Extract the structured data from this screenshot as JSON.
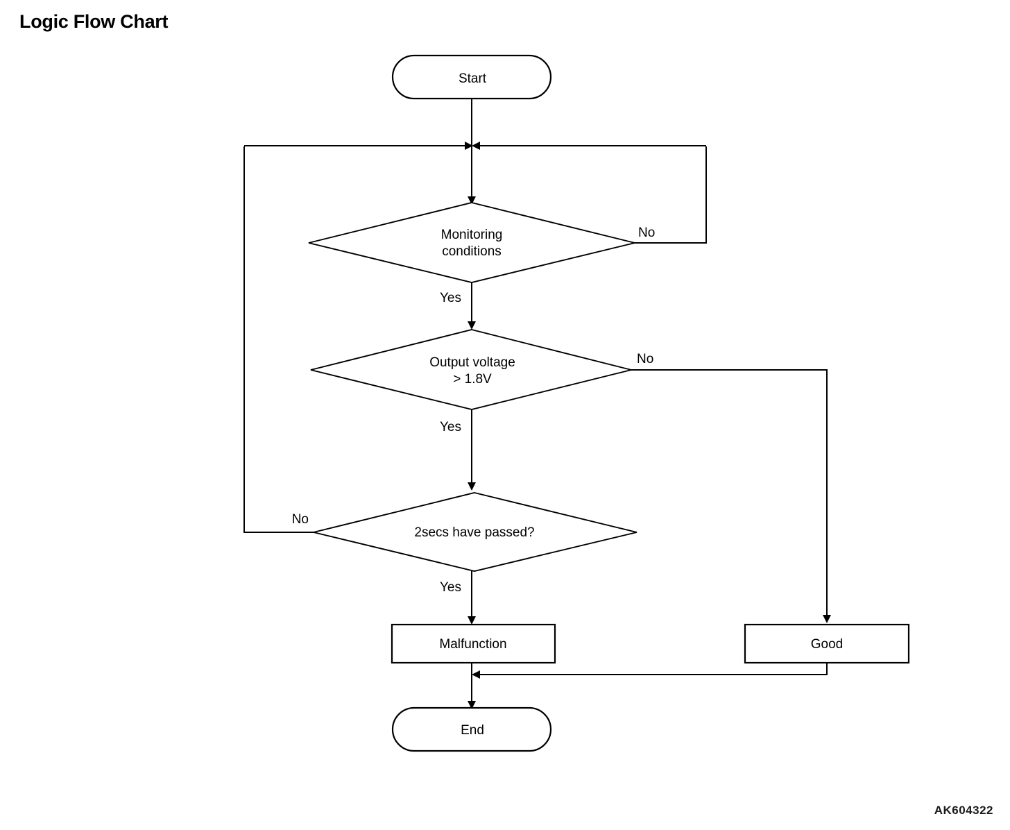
{
  "page": {
    "title": "Logic Flow Chart",
    "watermark": "AK604322",
    "background_color": "#ffffff",
    "line_color": "#000000"
  },
  "chart_data": {
    "type": "diagram",
    "title": "Logic Flow Chart",
    "nodes": [
      {
        "id": "start",
        "shape": "stadium",
        "label": "Start"
      },
      {
        "id": "monitoring",
        "shape": "diamond",
        "label": "Monitoring conditions",
        "lines": [
          "Monitoring",
          "conditions"
        ]
      },
      {
        "id": "voltage",
        "shape": "diamond",
        "label": "Output voltage > 1.8V",
        "lines": [
          "Output voltage",
          "> 1.8V"
        ]
      },
      {
        "id": "timer",
        "shape": "diamond",
        "label": "2secs have passed?",
        "lines": [
          "2secs have passed?"
        ]
      },
      {
        "id": "malfunction",
        "shape": "rectangle",
        "label": "Malfunction"
      },
      {
        "id": "good",
        "shape": "rectangle",
        "label": "Good"
      },
      {
        "id": "end",
        "shape": "stadium",
        "label": "End"
      }
    ],
    "edges": [
      {
        "from": "start",
        "to": "monitoring",
        "label": ""
      },
      {
        "from": "monitoring",
        "to": "monitoring",
        "label": "No",
        "route": "right-loop-back-to-top"
      },
      {
        "from": "monitoring",
        "to": "voltage",
        "label": "Yes"
      },
      {
        "from": "voltage",
        "to": "good",
        "label": "No",
        "route": "right-down"
      },
      {
        "from": "voltage",
        "to": "timer",
        "label": "Yes"
      },
      {
        "from": "timer",
        "to": "monitoring",
        "label": "No",
        "route": "left-loop-back-to-top"
      },
      {
        "from": "timer",
        "to": "malfunction",
        "label": "Yes"
      },
      {
        "from": "malfunction",
        "to": "end",
        "label": ""
      },
      {
        "from": "good",
        "to": "end",
        "label": "",
        "route": "down-left-merge"
      }
    ]
  },
  "labels": {
    "start": "Start",
    "monitoring_line1": "Monitoring",
    "monitoring_line2": "conditions",
    "monitoring_no": "No",
    "monitoring_yes": "Yes",
    "voltage_line1": "Output voltage",
    "voltage_line2": "> 1.8V",
    "voltage_no": "No",
    "voltage_yes": "Yes",
    "timer": "2secs have passed?",
    "timer_no": "No",
    "timer_yes": "Yes",
    "malfunction": "Malfunction",
    "good": "Good",
    "end": "End"
  }
}
